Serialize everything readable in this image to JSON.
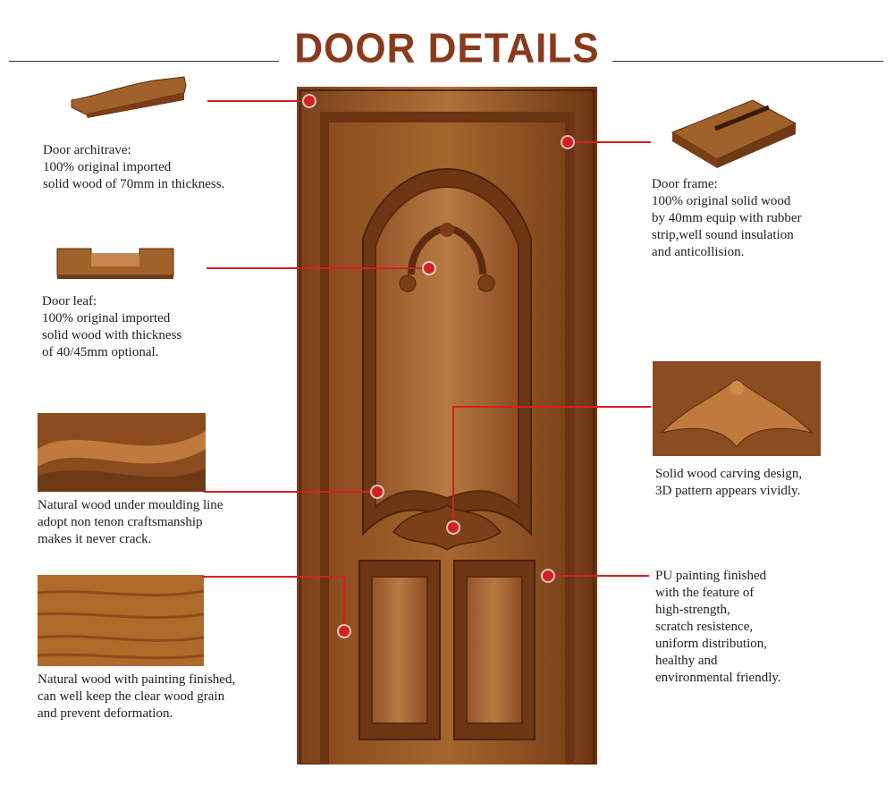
{
  "header": {
    "title": "DOOR DETAILS"
  },
  "features": {
    "architrave": {
      "lines": [
        "Door architrave:",
        "100% original imported",
        "solid wood of 70mm in thickness."
      ]
    },
    "leaf": {
      "lines": [
        "Door leaf:",
        "100% original imported",
        "solid wood with thickness",
        "of 40/45mm optional."
      ]
    },
    "moulding": {
      "lines": [
        "Natural wood under moulding line",
        "adopt non tenon craftsmanship",
        "makes it never crack."
      ]
    },
    "painting": {
      "lines": [
        "Natural wood with painting finished,",
        "can well keep the clear wood grain",
        "and prevent deformation."
      ]
    },
    "frame": {
      "lines": [
        "Door frame:",
        "100% original solid wood",
        "by 40mm equip with rubber",
        "strip,well sound insulation",
        "and anticollision."
      ]
    },
    "carving": {
      "lines": [
        "Solid wood carving design,",
        "3D pattern appears vividly."
      ]
    },
    "pu": {
      "lines": [
        "PU painting finished",
        "with the feature of",
        "high-strength,",
        "scratch resistence,",
        "uniform distribution,",
        "healthy and",
        "environmental friendly."
      ]
    }
  },
  "colors": {
    "accent": "#d42020",
    "title": "#8a3a1c",
    "wood_dark": "#6e3a16",
    "wood_mid": "#a0612a",
    "wood_light": "#c8874a"
  }
}
